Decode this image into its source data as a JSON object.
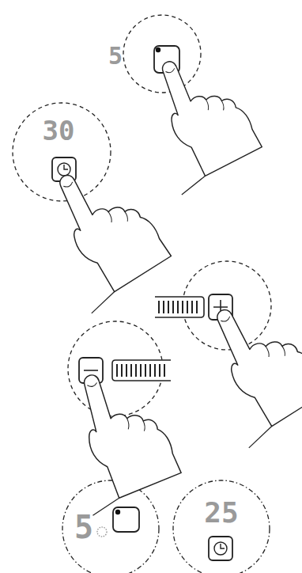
{
  "diagram": {
    "nodes": [
      {
        "text": [
          "5"
        ]
      },
      {
        "text": [
          "30"
        ]
      },
      {
        "text": [
          "5"
        ]
      },
      {
        "text": [
          "25"
        ]
      }
    ]
  }
}
